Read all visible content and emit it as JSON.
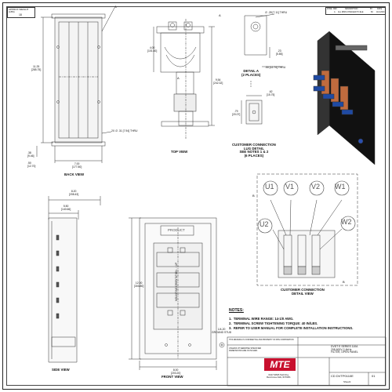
{
  "weight_box": {
    "header": "APPROX WEIGHT\n(LBS)",
    "value": "18"
  },
  "revision_block": {
    "col_zone": "ZONE",
    "col_rev": "REV",
    "col_desc": "DESCRIPTION",
    "col_by": "BY",
    "col_date": "DATE",
    "row_rev": "A",
    "row_desc": "ALL DIMS CHANGED TO ELE",
    "row_by": "BJ",
    "row_date": "11/1/2023"
  },
  "zone_marks": {
    "top_a": "A",
    "left_a": "A",
    "right_a": "A",
    "detail_b": "B",
    "bottom_b": "B"
  },
  "back_view": {
    "dim_height": "11.25\n[285.75]",
    "dim_slot": "2X ∅ .31 [7.94] THRU",
    "dim_h1": ".38\n[9.46]",
    "dim_h2": ".50\n[12.70]",
    "dim_width": "7.00\n[177.80]",
    "label": "BACK VIEW"
  },
  "top_view": {
    "dim_depth": "4.00\n[101.60]",
    "dim_height": "9.54\n[242.32]",
    "label": "TOP VIEW"
  },
  "detail_a": {
    "dim_hole": "∅ .28 [7.11] THRU",
    "dim_w": ".50 [12.70] THRU",
    "dim_small": ".23\n[5.85]",
    "label": "DETAIL A\n(2 PLACES)"
  },
  "lug_detail": {
    "dim_w": ".62\n[15.75]",
    "dim_h": ".79\n[20.07]",
    "label": "CUSTOMER CONNECTION\nLUG DETAIL\nSEE NOTES 1 & 2\n(6 PLACES)"
  },
  "side_view": {
    "dim_top1": "8.20\n[208.43]",
    "dim_top2": "5.50\n[140.66]",
    "label": "SIDE VIEW"
  },
  "front_view": {
    "product": "PRODUCT",
    "mounting": "MOUNTING ORIENTATION - ↑ UP",
    "dim_height": "12.00\n[304.80]",
    "dim_width": "8.00\n[203.20]",
    "ground": "1/4-20\nGROUND STUD",
    "label": "FRONT VIEW"
  },
  "connection_detail": {
    "terminals_top": [
      "U1",
      "V1",
      "V2",
      "W1"
    ],
    "terminals_side": [
      "U2",
      "W2"
    ],
    "label": "CUSTOMER CONNECTION\nDETAIL VIEW"
  },
  "notes": {
    "title": "NOTES:",
    "items": [
      "1.  TERMINAL WIRE RANGE: 14-1/0 AWG.",
      "2.  TERMINAL SCREW TIGHTENING TORQUE: 40 IN/LBS.",
      "3.  REFER TO USER MANUAL FOR COMPLETE INSTALLATION INSTRUCTIONS."
    ]
  },
  "title_block": {
    "proprietary": "THIS DRAWING IS CONFIDENTIAL AND PROPERTY OF MTE CORPORATION",
    "title": "DVDT E SERIES 110A\n208-600V 2-4kHz\nFILTER, OPEN PANEL",
    "dwg_no": "CD DVTP0110E",
    "rev": "01",
    "sheet": "Sheet1",
    "brand": "MTE",
    "address": "W147 N9525 Held Drive\nMenomonee Falls, WI 53051",
    "unless": "UNLESS OTHERWISE SPECIFIED\nDIMENSIONS ARE IN INCHES"
  }
}
